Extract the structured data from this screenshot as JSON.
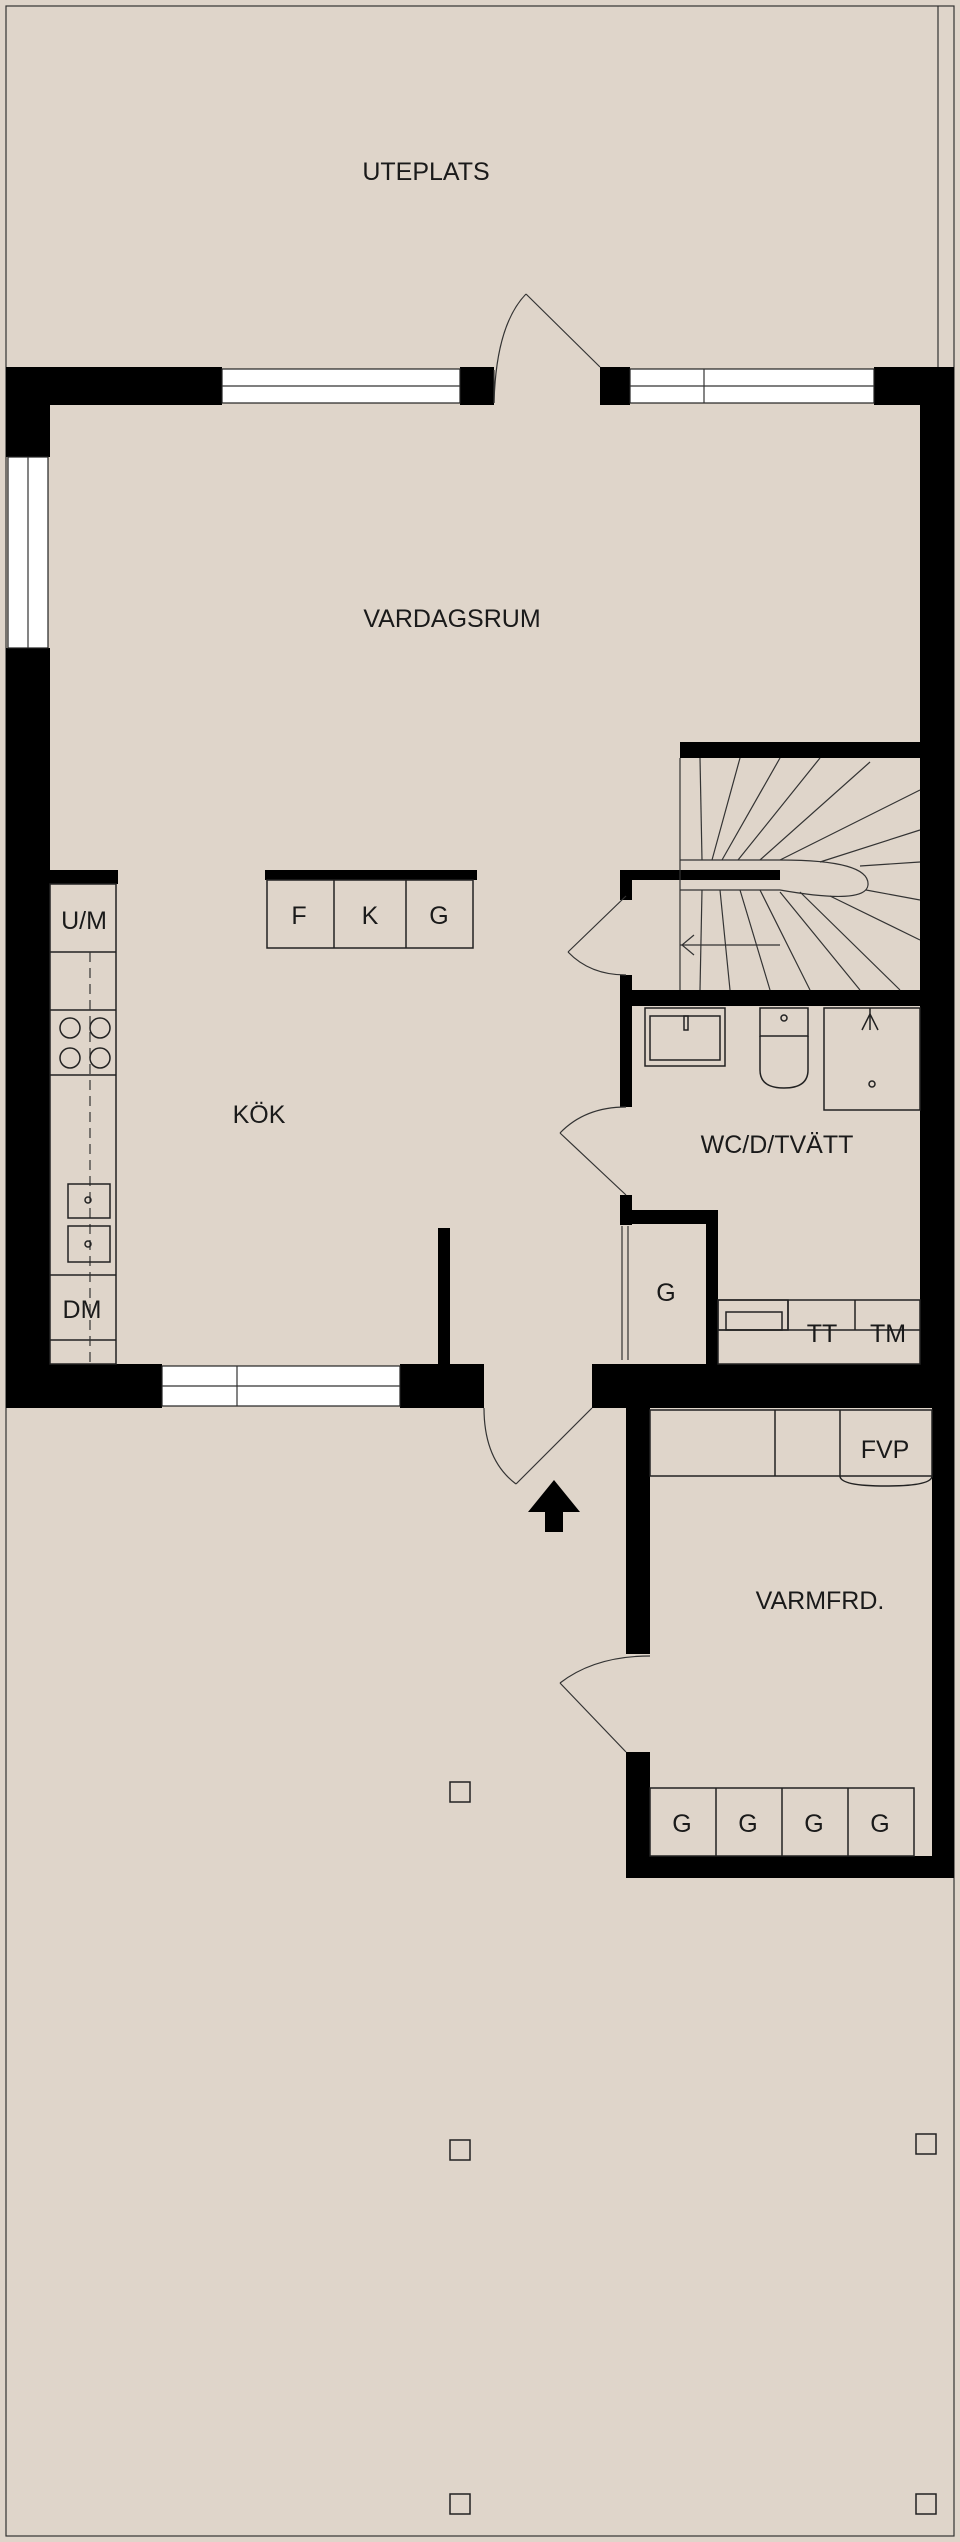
{
  "rooms": {
    "uteplats": "UTEPLATS",
    "vardagsrum": "VARDAGSRUM",
    "kok": "KÖK",
    "wc": "WC/D/TVÄTT",
    "varmfrd": "VARMFRD."
  },
  "kitchen": {
    "um": "U/M",
    "dm": "DM",
    "f": "F",
    "k": "K",
    "g": "G"
  },
  "wc_fixtures": {
    "tt": "TT",
    "tm": "TM",
    "closet_g": "G"
  },
  "varmfrd_fixtures": {
    "fvp": "FVP",
    "g1": "G",
    "g2": "G",
    "g3": "G",
    "g4": "G"
  },
  "colors": {
    "background": "#dfd5ca",
    "walls": "#000000",
    "windows": "#ffffff"
  }
}
